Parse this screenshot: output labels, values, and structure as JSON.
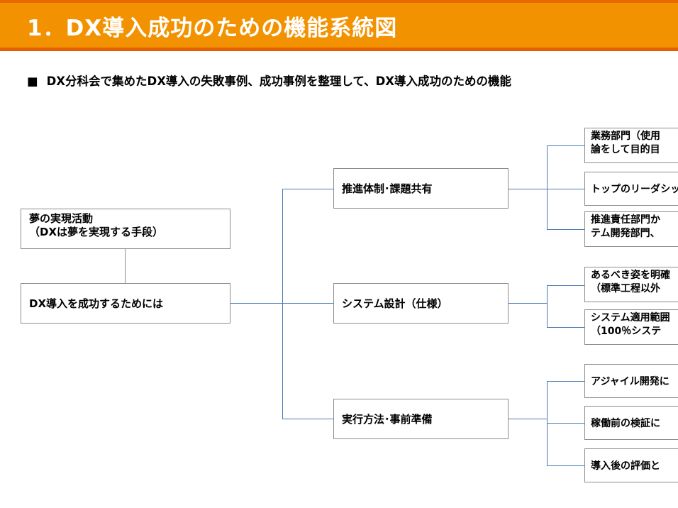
{
  "header": {
    "title": "1．DX導入成功のための機能系統図"
  },
  "subtitle": {
    "bullet": "■",
    "text": "DX分科会で集めたDX導入の失敗事例、成功事例を整理して、DX導入成功のための機能"
  },
  "diagram": {
    "root": {
      "label": "DX導入を成功するためには"
    },
    "purpose": {
      "line1": "夢の実現活動",
      "line2": "（DXは夢を実現する手段）"
    },
    "branches": [
      {
        "label": "推進体制･課題共有",
        "leaves": [
          {
            "line1": "業務部門（使用",
            "line2": "論をして目的目"
          },
          {
            "line1": "トップのリーダシッ",
            "line2": ""
          },
          {
            "line1": "推進責任部門か",
            "line2": "テム開発部門、"
          }
        ]
      },
      {
        "label": "システム設計（仕様）",
        "leaves": [
          {
            "line1": "あるべき姿を明確",
            "line2": "（標準工程以外"
          },
          {
            "line1": "システム適用範囲",
            "line2": "（100％システ"
          }
        ]
      },
      {
        "label": "実行方法･事前準備",
        "leaves": [
          {
            "line1": "アジャイル開発に",
            "line2": ""
          },
          {
            "line1": "稼働前の検証に",
            "line2": ""
          },
          {
            "line1": "導入後の評価と",
            "line2": ""
          }
        ]
      }
    ]
  }
}
